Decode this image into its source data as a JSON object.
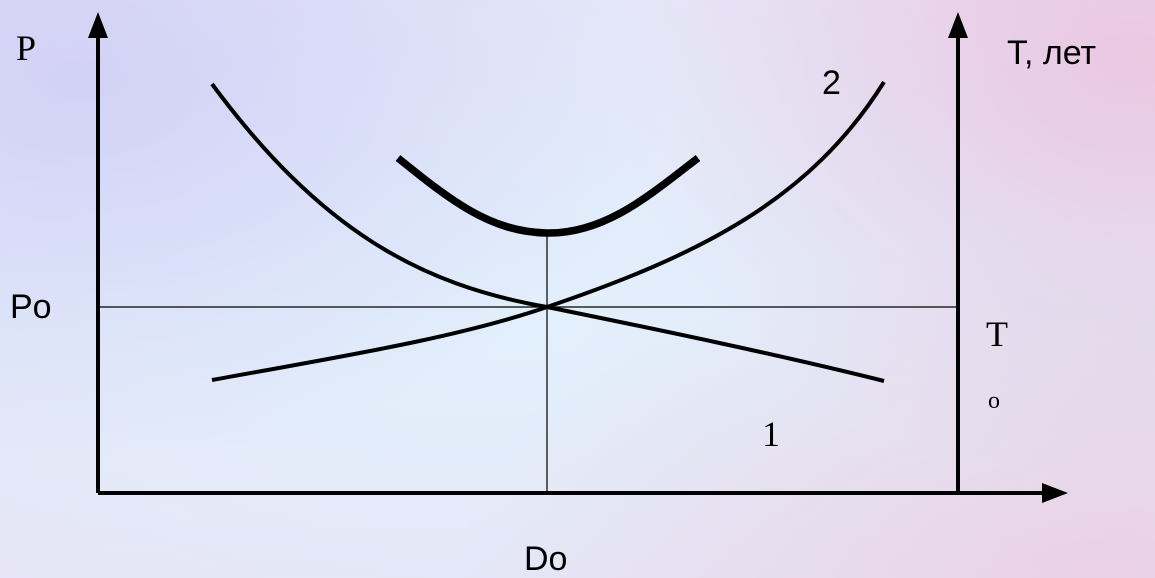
{
  "labels": {
    "p_axis": "P",
    "t_axis": "T, лет",
    "p0": "Po",
    "t0_letter": "T",
    "t0_sub": "o",
    "d0": "Do",
    "curve_1": "1",
    "curve_2": "2"
  },
  "colors": {
    "ink": "#000000"
  }
}
